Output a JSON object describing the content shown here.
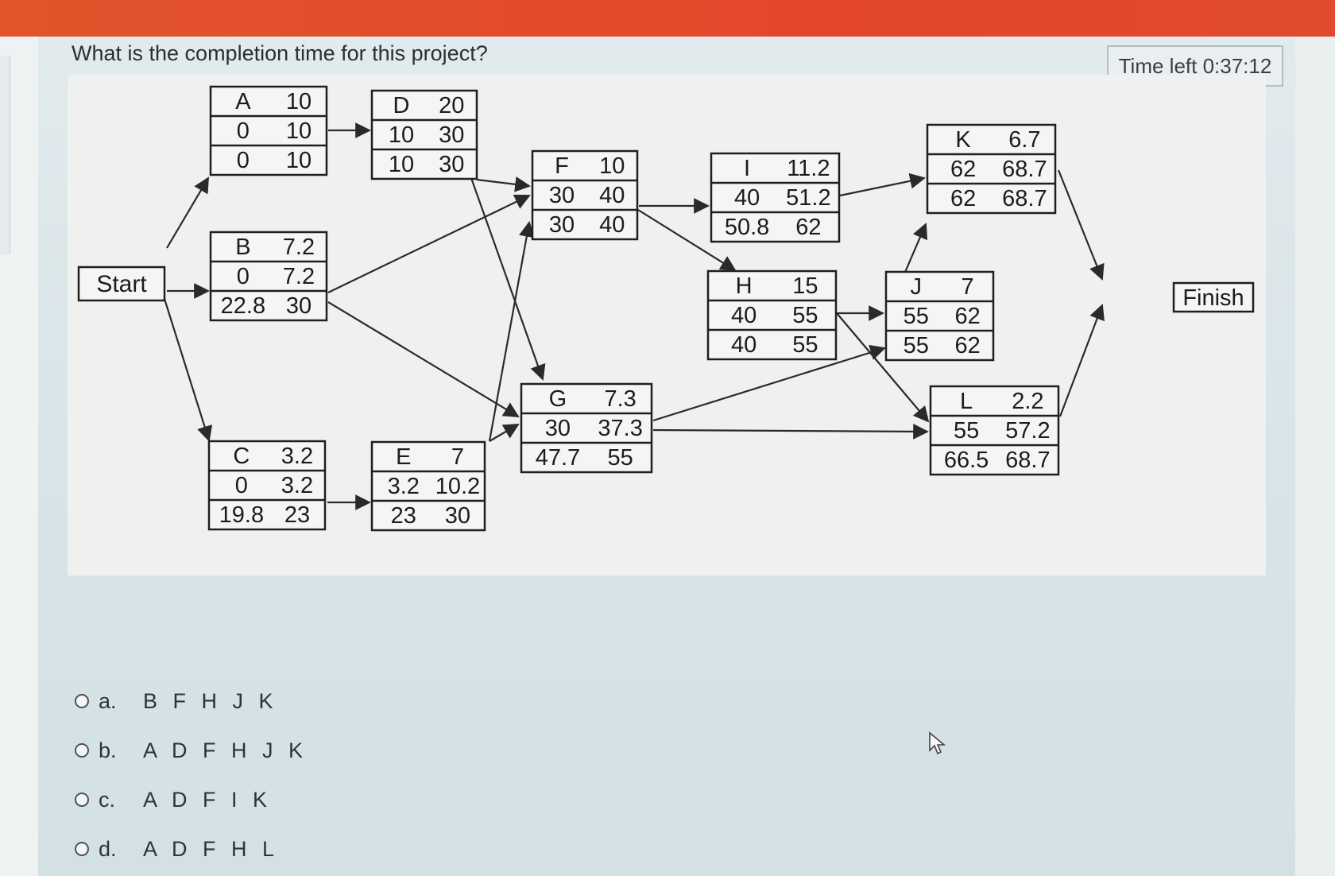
{
  "question": "What is the completion time for this project?",
  "timer": "Time left 0:37:12",
  "network": {
    "start_label": "Start",
    "finish_label": "Finish",
    "activities": [
      {
        "id": "A",
        "rows": [
          [
            "A",
            "10"
          ],
          [
            "0",
            "10"
          ],
          [
            "0",
            "10"
          ]
        ]
      },
      {
        "id": "B",
        "rows": [
          [
            "B",
            "7.2"
          ],
          [
            "0",
            "7.2"
          ],
          [
            "22.8",
            "30"
          ]
        ]
      },
      {
        "id": "C",
        "rows": [
          [
            "C",
            "3.2"
          ],
          [
            "0",
            "3.2"
          ],
          [
            "19.8",
            "23"
          ]
        ]
      },
      {
        "id": "D",
        "rows": [
          [
            "D",
            "20"
          ],
          [
            "10",
            "30"
          ],
          [
            "10",
            "30"
          ]
        ]
      },
      {
        "id": "E",
        "rows": [
          [
            "E",
            "7"
          ],
          [
            "3.2",
            "10.2"
          ],
          [
            "23",
            "30"
          ]
        ]
      },
      {
        "id": "F",
        "rows": [
          [
            "F",
            "10"
          ],
          [
            "30",
            "40"
          ],
          [
            "30",
            "40"
          ]
        ]
      },
      {
        "id": "G",
        "rows": [
          [
            "G",
            "7.3"
          ],
          [
            "30",
            "37.3"
          ],
          [
            "47.7",
            "55"
          ]
        ]
      },
      {
        "id": "I",
        "rows": [
          [
            "I",
            "11.2"
          ],
          [
            "40",
            "51.2"
          ],
          [
            "50.8",
            "62"
          ]
        ]
      },
      {
        "id": "H",
        "rows": [
          [
            "H",
            "15"
          ],
          [
            "40",
            "55"
          ],
          [
            "40",
            "55"
          ]
        ]
      },
      {
        "id": "J",
        "rows": [
          [
            "J",
            "7"
          ],
          [
            "55",
            "62"
          ],
          [
            "55",
            "62"
          ]
        ]
      },
      {
        "id": "K",
        "rows": [
          [
            "K",
            "6.7"
          ],
          [
            "62",
            "68.7"
          ],
          [
            "62",
            "68.7"
          ]
        ]
      },
      {
        "id": "L",
        "rows": [
          [
            "L",
            "2.2"
          ],
          [
            "55",
            "57.2"
          ],
          [
            "66.5",
            "68.7"
          ]
        ]
      }
    ]
  },
  "options": [
    {
      "letter": "a.",
      "text": "B F H J K"
    },
    {
      "letter": "b.",
      "text": "A D F H J K"
    },
    {
      "letter": "c.",
      "text": "A D F I K"
    },
    {
      "letter": "d.",
      "text": "A D F H L"
    }
  ]
}
